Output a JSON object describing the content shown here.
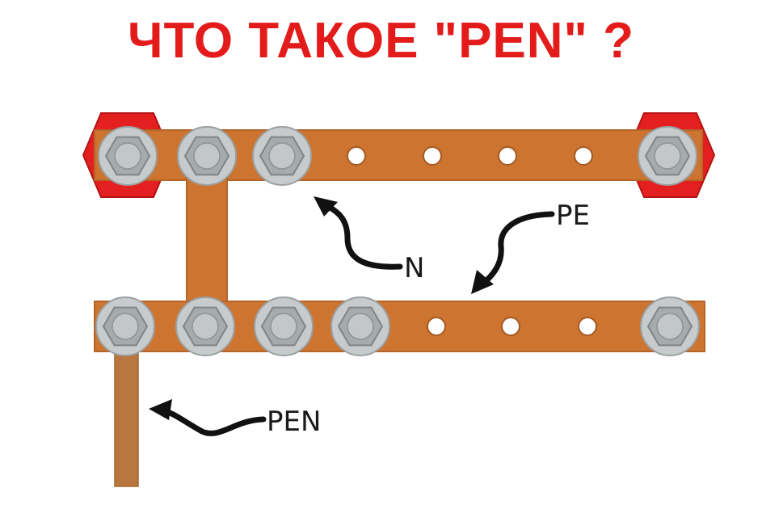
{
  "title": "ЧТО ТАКОЕ \"PEN\" ?",
  "labels": {
    "n": "N",
    "pe": "PE",
    "pen": "PEN"
  },
  "colors": {
    "title": "#e31b1b",
    "copper": "#cc7430",
    "copper_edge": "#b5652a",
    "pen_wire": "#b9773f",
    "insulator": "#e41f1f",
    "bolt_ring": "#c8cbcc",
    "bolt_hex": "#a6abad",
    "bolt_face": "#c3c7c9",
    "arrow": "#111111"
  },
  "icons": {
    "bolt": "hex-bolt-icon",
    "hole": "mounting-hole-icon",
    "insulator": "insulator-icon"
  }
}
